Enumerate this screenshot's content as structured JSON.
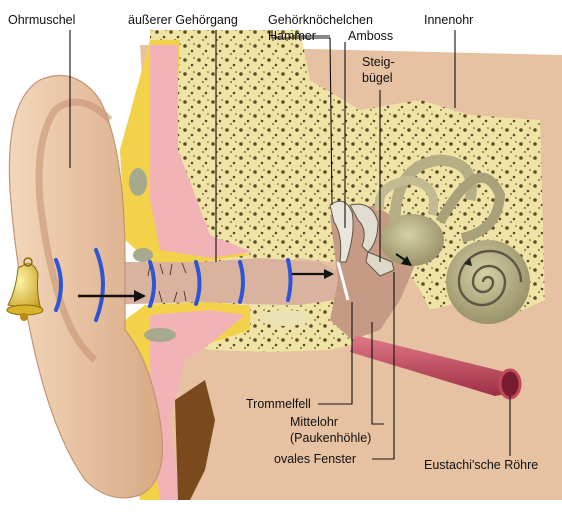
{
  "labels": {
    "ohrmuschel": "Ohrmuschel",
    "gehoergang": "äußerer Gehörgang",
    "gehoerknoechelchen": "Gehörknöchelchen",
    "hammer": "Hammer",
    "amboss": "Amboss",
    "steig": "Steig-",
    "buegel": "bügel",
    "innenohr": "Innenohr",
    "trommelfell": "Trommelfell",
    "mittelohr": "Mittelohr",
    "paukenhoehle": "(Paukenhöhle)",
    "ovales_fenster": "ovales Fenster",
    "eustachi": "Eustachi'sche Röhre"
  },
  "colors": {
    "skin": "#e9c7a6",
    "bone": "#efe3a6",
    "bone_pore": "#5e4a26",
    "tissue": "#f1b3b6",
    "cartilage": "#f3d24a",
    "cavity": "#c79a86",
    "sound_wave": "#2d55d6",
    "cochlea": "#b9b28a",
    "tube": "#c2485a"
  },
  "icons": [
    "bell-icon",
    "sound-wave-icon",
    "arrow-icon"
  ]
}
